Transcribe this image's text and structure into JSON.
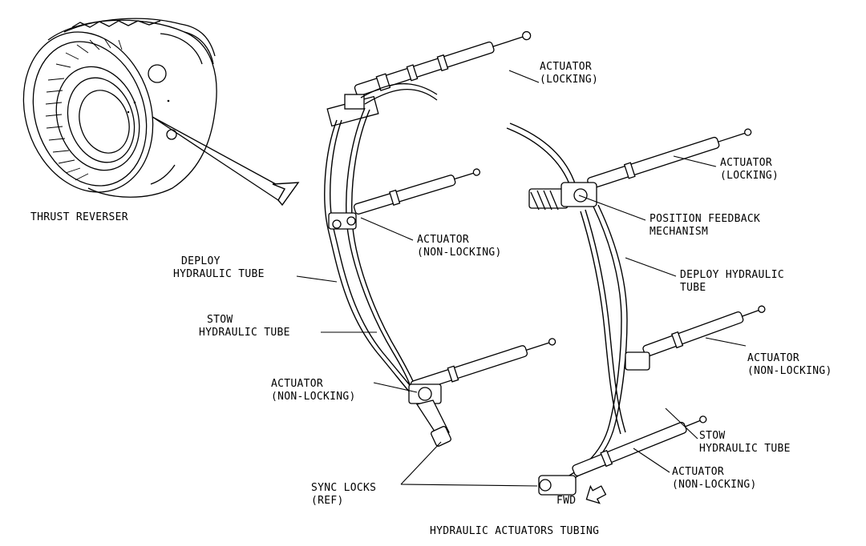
{
  "labels": {
    "thrust_reverser": "THRUST REVERSER",
    "caption": "HYDRAULIC ACTUATORS TUBING",
    "fwd": "FWD",
    "left_actuator_locking": [
      "ACTUATOR",
      "(LOCKING)"
    ],
    "left_actuator_nonlocking_upper": [
      "ACTUATOR",
      "(NON-LOCKING)"
    ],
    "left_deploy_tube": [
      "DEPLOY",
      "HYDRAULIC TUBE"
    ],
    "left_stow_tube": [
      "STOW",
      "HYDRAULIC TUBE"
    ],
    "left_actuator_nonlocking_lower": [
      "ACTUATOR",
      "(NON-LOCKING)"
    ],
    "sync_locks": [
      "SYNC LOCKS",
      "(REF)"
    ],
    "right_actuator_locking": [
      "ACTUATOR",
      "(LOCKING)"
    ],
    "position_feedback": [
      "POSITION FEEDBACK",
      "MECHANISM"
    ],
    "right_deploy_tube": [
      "DEPLOY HYDRAULIC",
      "TUBE"
    ],
    "right_actuator_nonlocking_mid": [
      "ACTUATOR",
      "(NON-LOCKING)"
    ],
    "right_stow_tube": [
      "STOW",
      "HYDRAULIC TUBE"
    ],
    "right_actuator_nonlocking_low": [
      "ACTUATOR",
      "(NON-LOCKING)"
    ]
  }
}
